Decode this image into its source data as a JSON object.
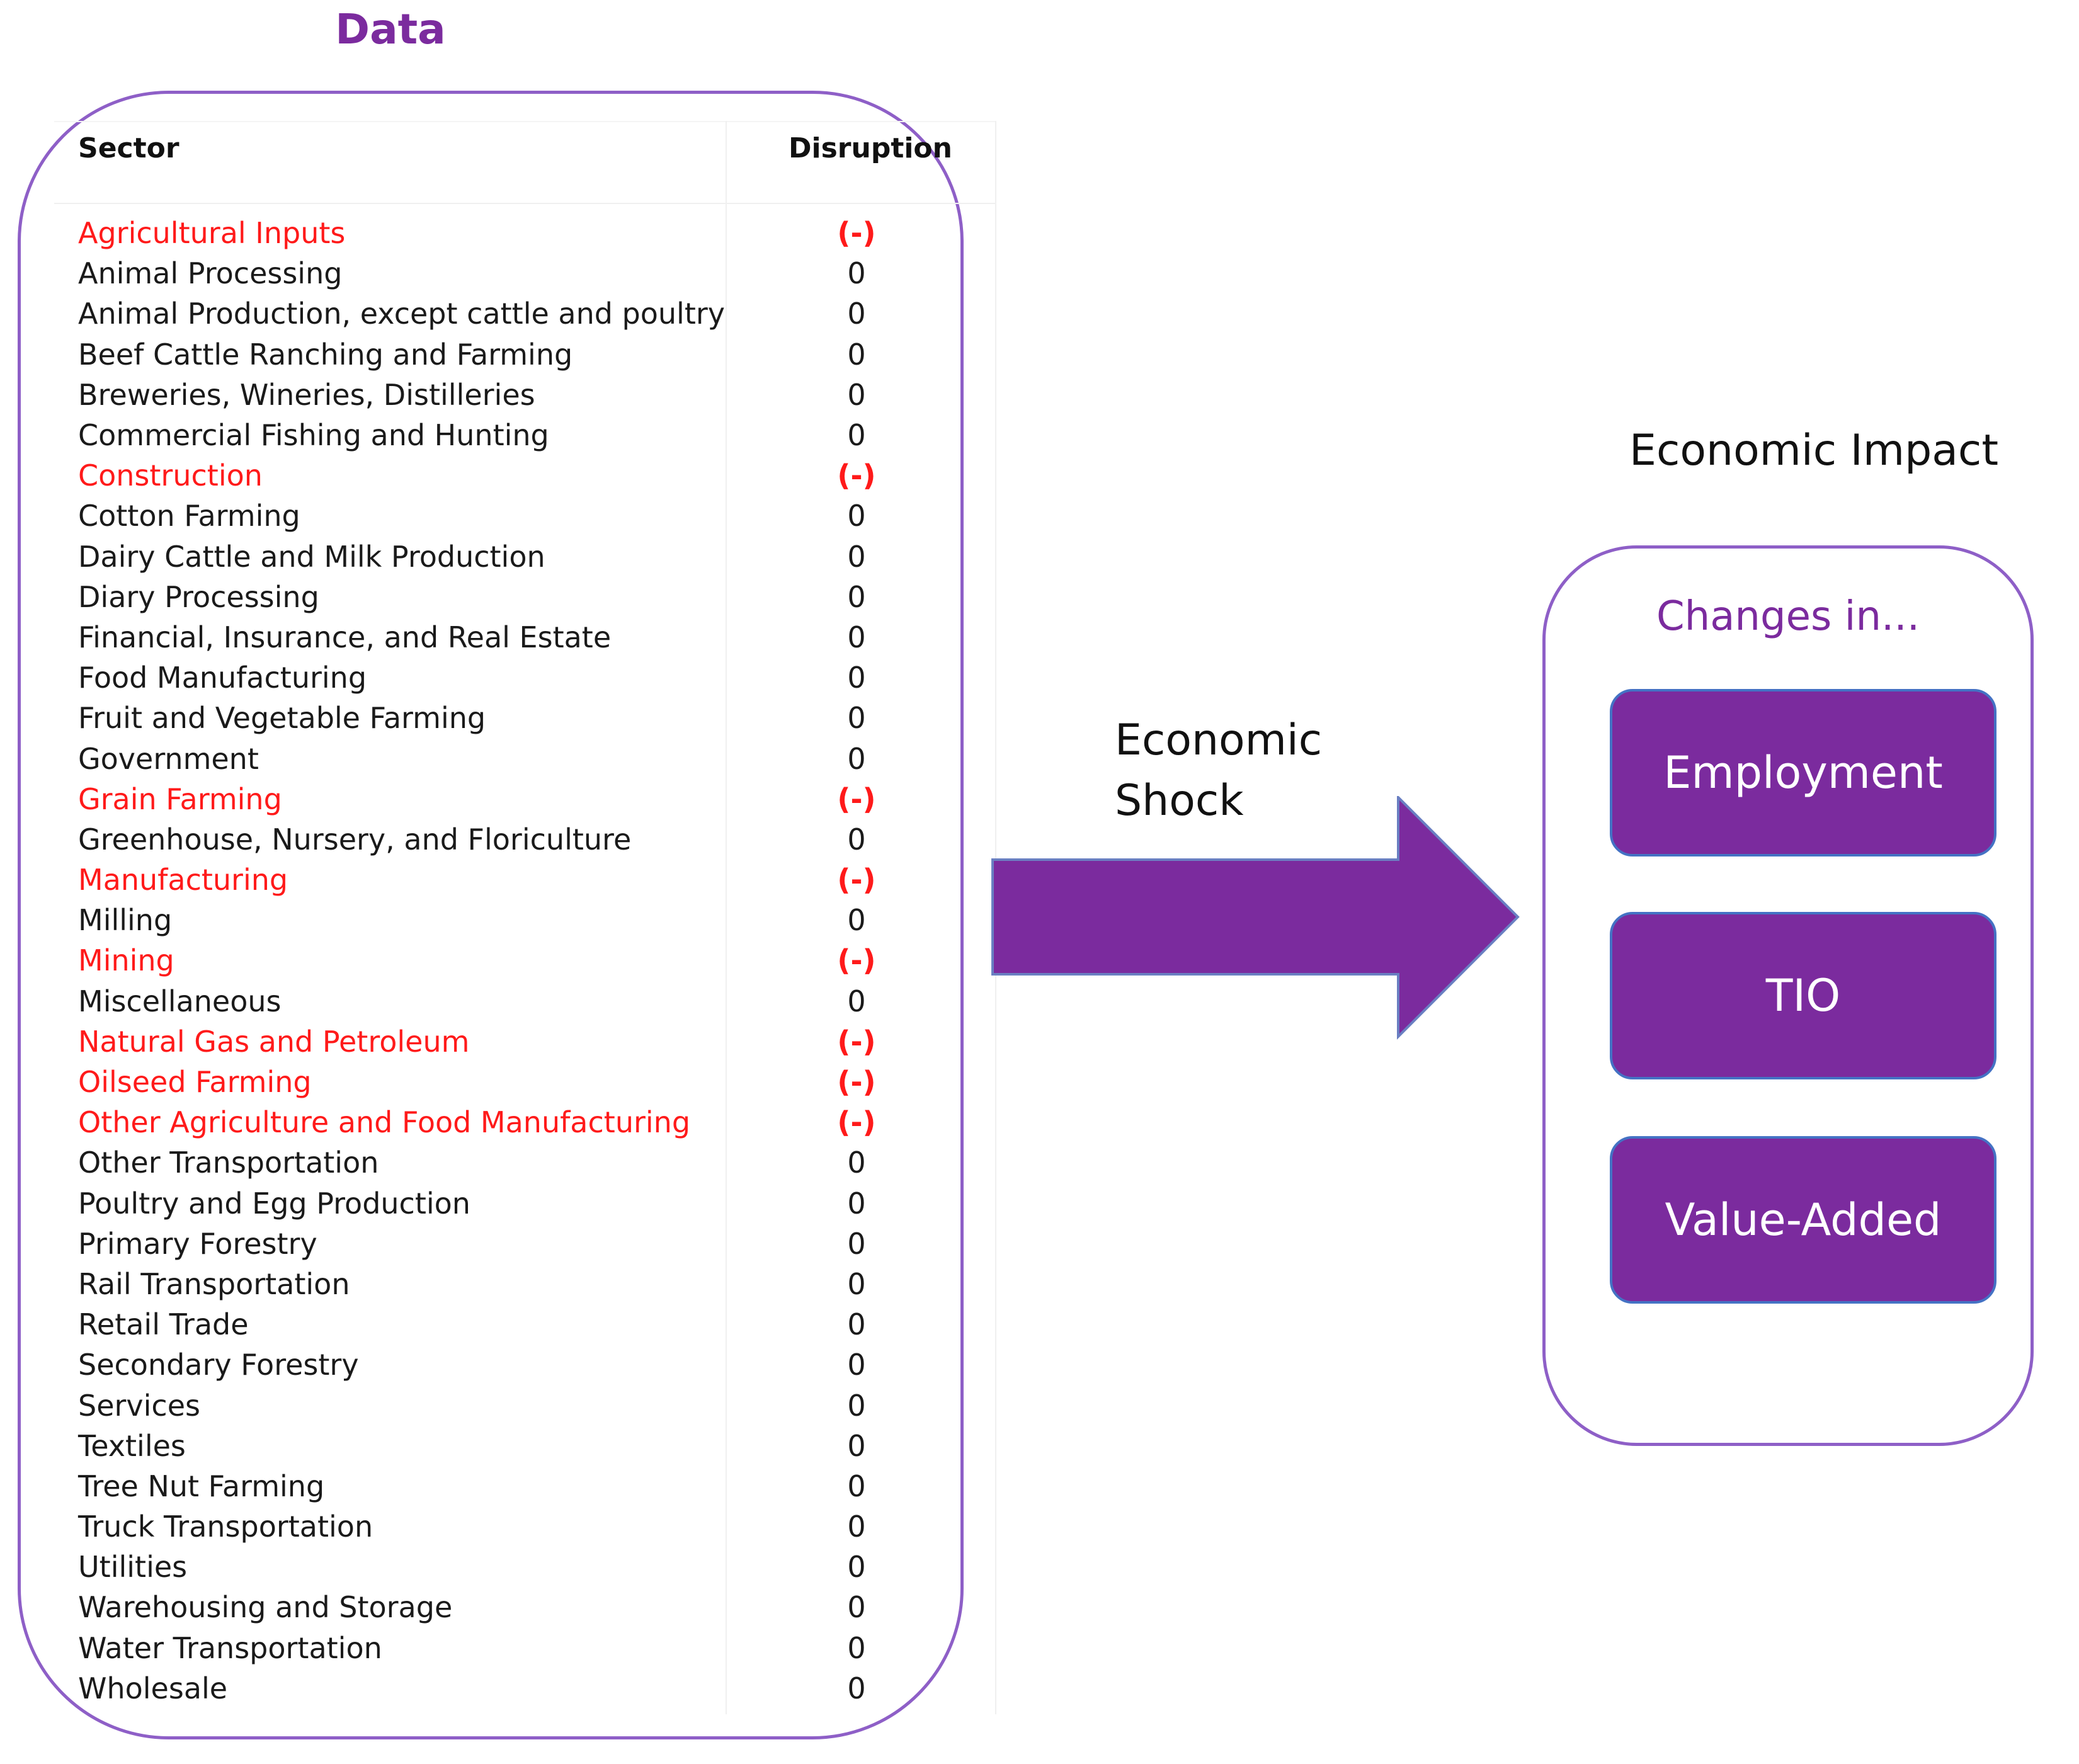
{
  "colors": {
    "accent_purple": "#7b2b9e",
    "border_purple": "#8e5fc7",
    "disrupted_red": "#ff1a1a",
    "item_border_blue": "#4472c4"
  },
  "data_panel": {
    "title": "Data",
    "columns": {
      "sector": "Sector",
      "disruption": "Disruption"
    },
    "rows": [
      {
        "sector": "Agricultural Inputs",
        "disruption": "(-)",
        "disrupted": true
      },
      {
        "sector": "Animal Processing",
        "disruption": "0",
        "disrupted": false
      },
      {
        "sector": "Animal Production, except cattle and poultry",
        "disruption": "0",
        "disrupted": false
      },
      {
        "sector": "Beef Cattle Ranching and Farming",
        "disruption": "0",
        "disrupted": false
      },
      {
        "sector": "Breweries, Wineries, Distilleries",
        "disruption": "0",
        "disrupted": false
      },
      {
        "sector": "Commercial Fishing and Hunting",
        "disruption": "0",
        "disrupted": false
      },
      {
        "sector": "Construction",
        "disruption": "(-)",
        "disrupted": true
      },
      {
        "sector": "Cotton Farming",
        "disruption": "0",
        "disrupted": false
      },
      {
        "sector": "Dairy Cattle and Milk Production",
        "disruption": "0",
        "disrupted": false
      },
      {
        "sector": "Diary Processing",
        "disruption": "0",
        "disrupted": false
      },
      {
        "sector": "Financial, Insurance, and Real Estate",
        "disruption": "0",
        "disrupted": false
      },
      {
        "sector": "Food Manufacturing",
        "disruption": "0",
        "disrupted": false
      },
      {
        "sector": "Fruit and Vegetable Farming",
        "disruption": "0",
        "disrupted": false
      },
      {
        "sector": "Government",
        "disruption": "0",
        "disrupted": false
      },
      {
        "sector": "Grain Farming",
        "disruption": "(-)",
        "disrupted": true
      },
      {
        "sector": "Greenhouse, Nursery, and Floriculture",
        "disruption": "0",
        "disrupted": false
      },
      {
        "sector": "Manufacturing",
        "disruption": "(-)",
        "disrupted": true
      },
      {
        "sector": "Milling",
        "disruption": "0",
        "disrupted": false
      },
      {
        "sector": "Mining",
        "disruption": "(-)",
        "disrupted": true
      },
      {
        "sector": "Miscellaneous",
        "disruption": "0",
        "disrupted": false
      },
      {
        "sector": "Natural Gas and Petroleum",
        "disruption": "(-)",
        "disrupted": true
      },
      {
        "sector": "Oilseed Farming",
        "disruption": "(-)",
        "disrupted": true
      },
      {
        "sector": "Other Agriculture and Food Manufacturing",
        "disruption": "(-)",
        "disrupted": true
      },
      {
        "sector": "Other Transportation",
        "disruption": "0",
        "disrupted": false
      },
      {
        "sector": "Poultry and Egg Production",
        "disruption": "0",
        "disrupted": false
      },
      {
        "sector": "Primary Forestry",
        "disruption": "0",
        "disrupted": false
      },
      {
        "sector": "Rail Transportation",
        "disruption": "0",
        "disrupted": false
      },
      {
        "sector": "Retail Trade",
        "disruption": "0",
        "disrupted": false
      },
      {
        "sector": "Secondary Forestry",
        "disruption": "0",
        "disrupted": false
      },
      {
        "sector": "Services",
        "disruption": "0",
        "disrupted": false
      },
      {
        "sector": "Textiles",
        "disruption": "0",
        "disrupted": false
      },
      {
        "sector": "Tree Nut Farming",
        "disruption": "0",
        "disrupted": false
      },
      {
        "sector": "Truck Transportation",
        "disruption": "0",
        "disrupted": false
      },
      {
        "sector": "Utilities",
        "disruption": "0",
        "disrupted": false
      },
      {
        "sector": "Warehousing and Storage",
        "disruption": "0",
        "disrupted": false
      },
      {
        "sector": "Water Transportation",
        "disruption": "0",
        "disrupted": false
      },
      {
        "sector": "Wholesale",
        "disruption": "0",
        "disrupted": false
      }
    ]
  },
  "shock": {
    "line1": "Economic",
    "line2": "Shock"
  },
  "impact_panel": {
    "title": "Economic Impact",
    "subtitle": "Changes in...",
    "items": [
      "Employment",
      "TIO",
      "Value-Added"
    ]
  }
}
